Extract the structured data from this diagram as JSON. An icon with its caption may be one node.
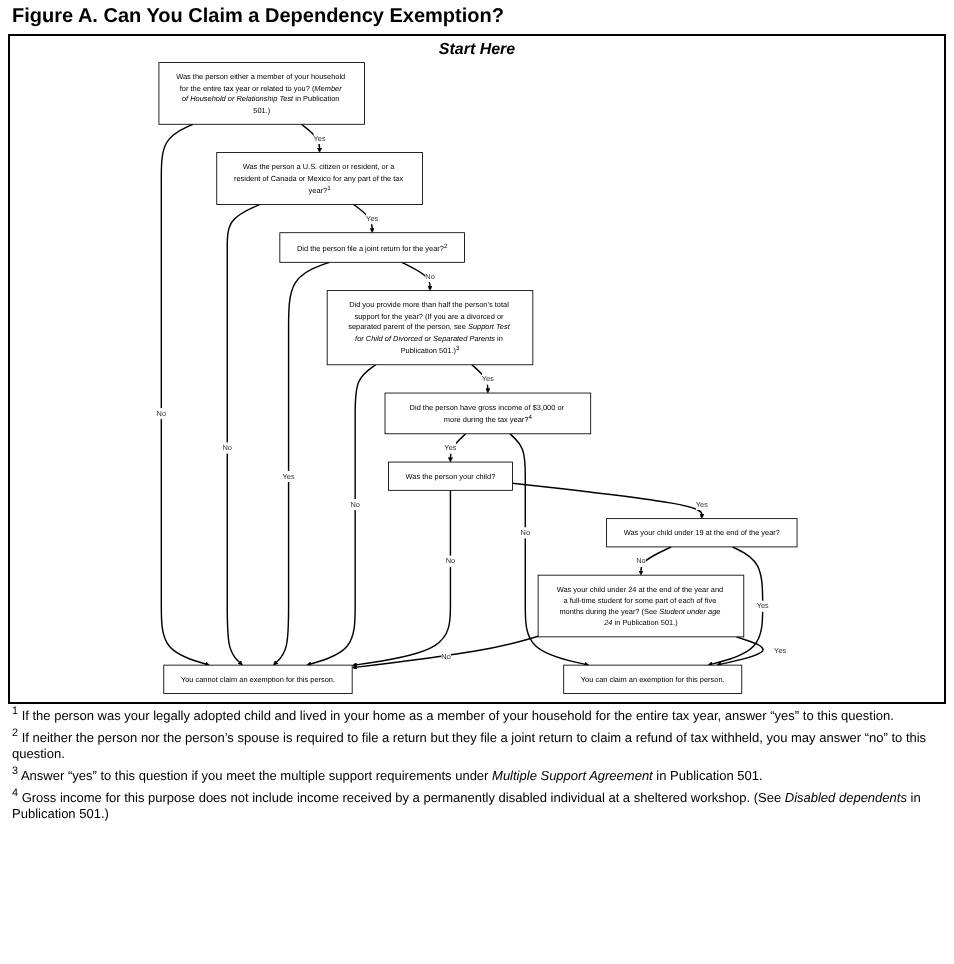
{
  "diagram": {
    "title": "Figure A. Can You Claim a Dependency Exemption?",
    "nodes": [
      {
        "text": [
          "Was the person either a member of your household for the entire tax year or related to you? (*Member of Household or Relationship Test* in Publication 501.)"
        ]
      },
      {
        "text": [
          "Was the person a U.S. citizen or resident, or a resident of Canada or Mexico for any part of the tax year?$^{1}$"
        ]
      },
      {
        "text": [
          "Did the person file a joint return for the year?$^{2}$"
        ]
      },
      {
        "text": [
          "You cannot claim an exemption for this person."
        ]
      },
      {
        "text": [
          "Did you provide more than half the person’s total support for the year? (If you are a divorced or separated parent of the person, see *Support Test for Child of Divorced or Separated Parents* in Publication 501.)$^{3}$"
        ]
      },
      {
        "text": [
          "You can claim an exemption for this person."
        ]
      },
      {
        "text": [
          "Did the person have gross income of $3,000 or more during the tax year?$^{4}$"
        ]
      },
      {
        "text": [
          "Was the person your child?"
        ]
      },
      {
        "text": [
          "Was your child under 19 at the end of the year?"
        ]
      },
      {
        "text": [
          "Was your child under 24 at the end of the year and a full-time student for some part of each of five months during the year? (See *Student under age 24* in Publication 501.)"
        ]
      }
    ],
    "edges": [
      {
        "from": 0,
        "to": 1,
        "arrow": "to",
        "label": "Yes"
      },
      {
        "from": 0,
        "to": 3,
        "arrow": "to",
        "label": "No"
      },
      {
        "from": 1,
        "to": 2,
        "arrow": "to",
        "label": "Yes"
      },
      {
        "from": 1,
        "to": 3,
        "arrow": "to",
        "label": "No"
      },
      {
        "from": 2,
        "to": 3,
        "arrow": "to",
        "label": "Yes"
      },
      {
        "from": 2,
        "to": 4,
        "arrow": "to",
        "label": "No"
      },
      {
        "from": 4,
        "to": 3,
        "arrow": "to",
        "label": "No"
      },
      {
        "from": 4,
        "to": 6,
        "arrow": "to",
        "label": "Yes"
      },
      {
        "from": 6,
        "to": 5,
        "arrow": "to",
        "label": "No"
      },
      {
        "from": 6,
        "to": 7,
        "arrow": "to",
        "label": "Yes"
      },
      {
        "from": 7,
        "to": 3,
        "arrow": "to",
        "label": "No"
      },
      {
        "from": 7,
        "to": 8,
        "arrow": "to",
        "label": "Yes"
      },
      {
        "from": 8,
        "to": 5,
        "arrow": "to",
        "label": "Yes"
      },
      {
        "from": 8,
        "to": 9,
        "arrow": "to",
        "label": "No"
      },
      {
        "from": 9,
        "to": 3,
        "arrow": "to",
        "label": "No"
      },
      {
        "from": 9,
        "to": 5,
        "arrow": "to",
        "label": "Yes"
      }
    ],
    "labels": [
      "Start Here",
      "$^{1}$ If the person was your legally adopted child and lived in your home as a member of your household for the entire tax year, answer “yes” to this question.",
      "$^{2}$ If neither the person nor the person’s spouse is required to file a return but they file a joint return to claim a refund of tax withheld, you may answer “no” to this question.",
      "$^{3}$ Answer “yes” to this question if you meet the multiple support requirements under *Multiple Support Agreement* in Publication 501.",
      "$^{4}$ Gross income for this purpose does not include income received by a permanently disabled individual at a sheltered workshop. (See *Disabled dependents* in Publication 501.)"
    ]
  }
}
